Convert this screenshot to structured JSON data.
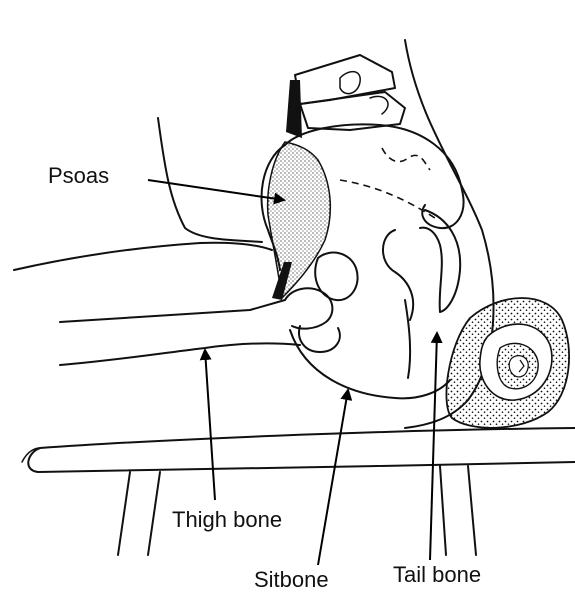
{
  "labels": {
    "psoas": "Psoas",
    "thigh_bone": "Thigh bone",
    "sitbone": "Sitbone",
    "tail_bone": "Tail bone"
  },
  "colors": {
    "ink": "#111111",
    "background": "#ffffff"
  }
}
